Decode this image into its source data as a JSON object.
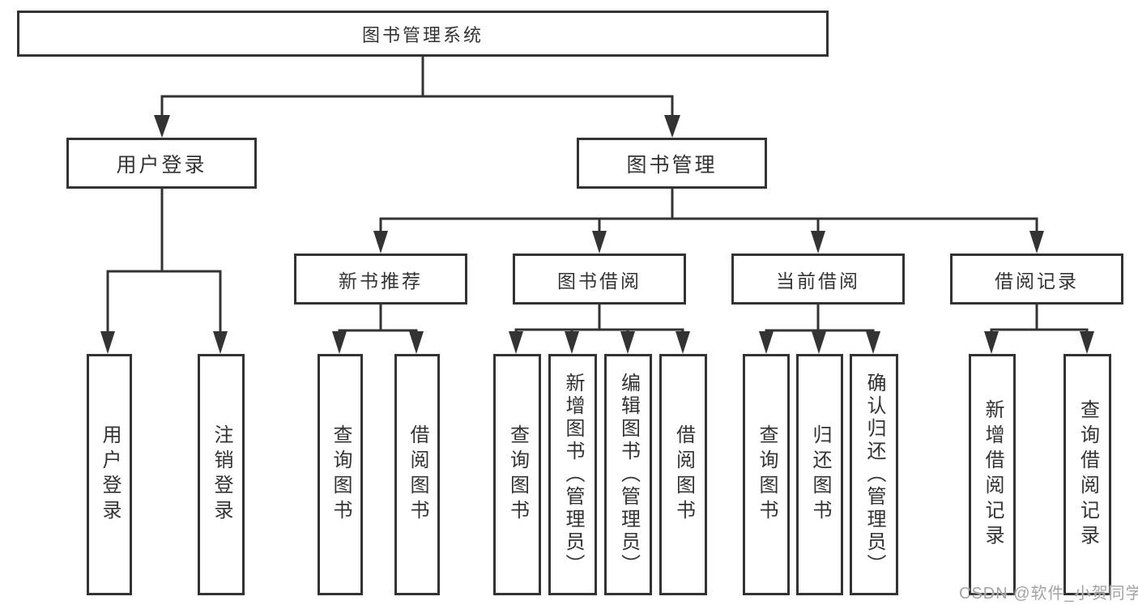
{
  "diagram": {
    "type": "tree",
    "tree": {
      "root": {
        "label": "图书管理系统"
      },
      "branches": [
        {
          "label": "用户登录",
          "children": [
            {
              "label": "用户登录"
            },
            {
              "label": "注销登录"
            }
          ]
        },
        {
          "label": "图书管理",
          "children": [
            {
              "label": "新书推荐",
              "children": [
                {
                  "label": "查询图书"
                },
                {
                  "label": "借阅图书"
                }
              ]
            },
            {
              "label": "图书借阅",
              "children": [
                {
                  "label": "查询图书"
                },
                {
                  "label": "新增图书（管理员）"
                },
                {
                  "label": "编辑图书（管理员）"
                },
                {
                  "label": "借阅图书"
                }
              ]
            },
            {
              "label": "当前借阅",
              "children": [
                {
                  "label": "查询图书"
                },
                {
                  "label": "归还图书"
                },
                {
                  "label": "确认归还（管理员）"
                }
              ]
            },
            {
              "label": "借阅记录",
              "children": [
                {
                  "label": "新增借阅记录"
                },
                {
                  "label": "查询借阅记录"
                }
              ]
            }
          ]
        }
      ]
    },
    "colors": {
      "line": "#333333",
      "box_border": "#333333",
      "text": "#333333",
      "background": "#ffffff",
      "watermark": "#a3a3a3"
    }
  },
  "watermark": {
    "text": "CSDN @软件_小贺同学"
  }
}
